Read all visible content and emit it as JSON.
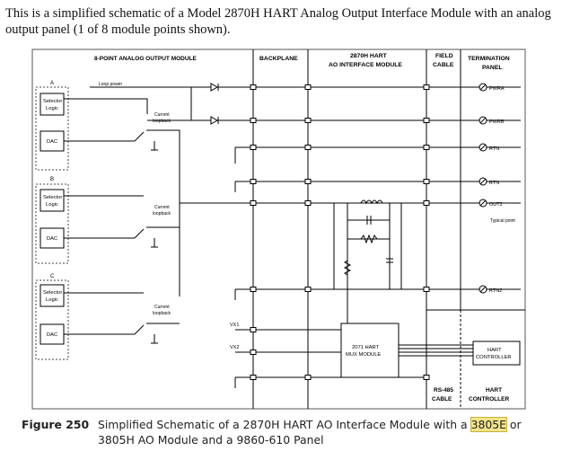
{
  "intro": "This is a simplified schematic of a Model 2870H HART Analog Output Interface Module with an analog output panel (1 of 8 module points shown).",
  "headers": {
    "module": "8-POINT ANALOG OUTPUT MODULE",
    "backplane": "BACKPLANE",
    "iface_1": "2870H HART",
    "iface_2": "AO INTERFACE MODULE",
    "field_1": "FIELD",
    "field_2": "CABLE",
    "term_1": "TERMINATION",
    "term_2": "PANEL"
  },
  "channels": [
    {
      "letter": "A",
      "selector_1": "Selector",
      "selector_2": "Logic",
      "dac": "DAC",
      "loopback_1": "Current",
      "loopback_2": "loopback"
    },
    {
      "letter": "B",
      "selector_1": "Selector",
      "selector_2": "Logic",
      "dac": "DAC",
      "loopback_1": "Current",
      "loopback_2": "loopback"
    },
    {
      "letter": "C",
      "selector_1": "Selector",
      "selector_2": "Logic",
      "dac": "DAC",
      "loopback_1": "Current",
      "loopback_2": "loopback"
    }
  ],
  "labels": {
    "loop_power": "Loop power",
    "vx1": "VX1",
    "vx2": "VX2",
    "typical_point": "Typical point",
    "mux_1": "2071 HART",
    "mux_2": "MUX MODULE",
    "controller_1": "HART",
    "controller_2": "CONTROLLER",
    "rs485_1": "RS-485",
    "rs485_2": "CABLE",
    "bottom_ctrl_1": "HART",
    "bottom_ctrl_2": "CONTROLLER"
  },
  "terminals": [
    "PWRA",
    "PWRB",
    "RTN",
    "RTN",
    "OUT2",
    "RTN2"
  ],
  "caption": {
    "number": "Figure 250",
    "text_before": "Simplified Schematic of a 2870H HART AO Interface Module with a ",
    "highlight": "3805E",
    "text_after": " or 3805H AO Module and a 9860-610 Panel"
  }
}
